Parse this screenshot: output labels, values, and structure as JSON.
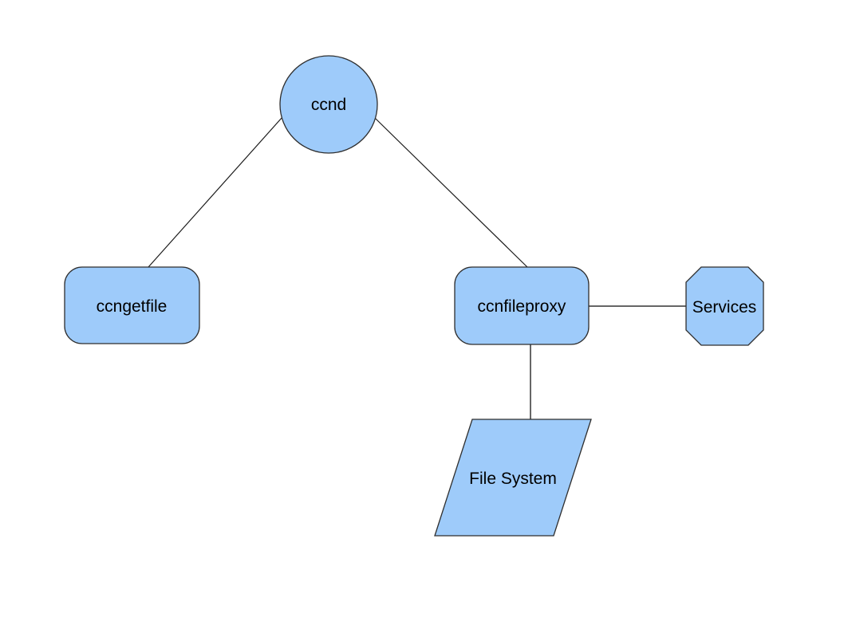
{
  "diagram": {
    "background_color": "#ffffff",
    "node_fill_color": "#9ecbfa",
    "node_border_color": "#2e2e2e",
    "tree_edge_color": "#1a1a1a",
    "connector_color": "#666666",
    "label_color": "#000000",
    "nodes": {
      "ccnd": {
        "label": "ccnd",
        "shape": "circle"
      },
      "ccngetfile": {
        "label": "ccngetfile",
        "shape": "rounded-rectangle"
      },
      "ccnfileproxy": {
        "label": "ccnfileproxy",
        "shape": "rounded-rectangle"
      },
      "services": {
        "label": "Services",
        "shape": "octagon"
      },
      "file_system": {
        "label": "File System",
        "shape": "parallelogram"
      }
    },
    "edges": [
      {
        "from": "ccnd",
        "to": "ccngetfile"
      },
      {
        "from": "ccnd",
        "to": "ccnfileproxy"
      },
      {
        "from": "ccnfileproxy",
        "to": "services"
      },
      {
        "from": "ccnfileproxy",
        "to": "file_system"
      }
    ]
  }
}
